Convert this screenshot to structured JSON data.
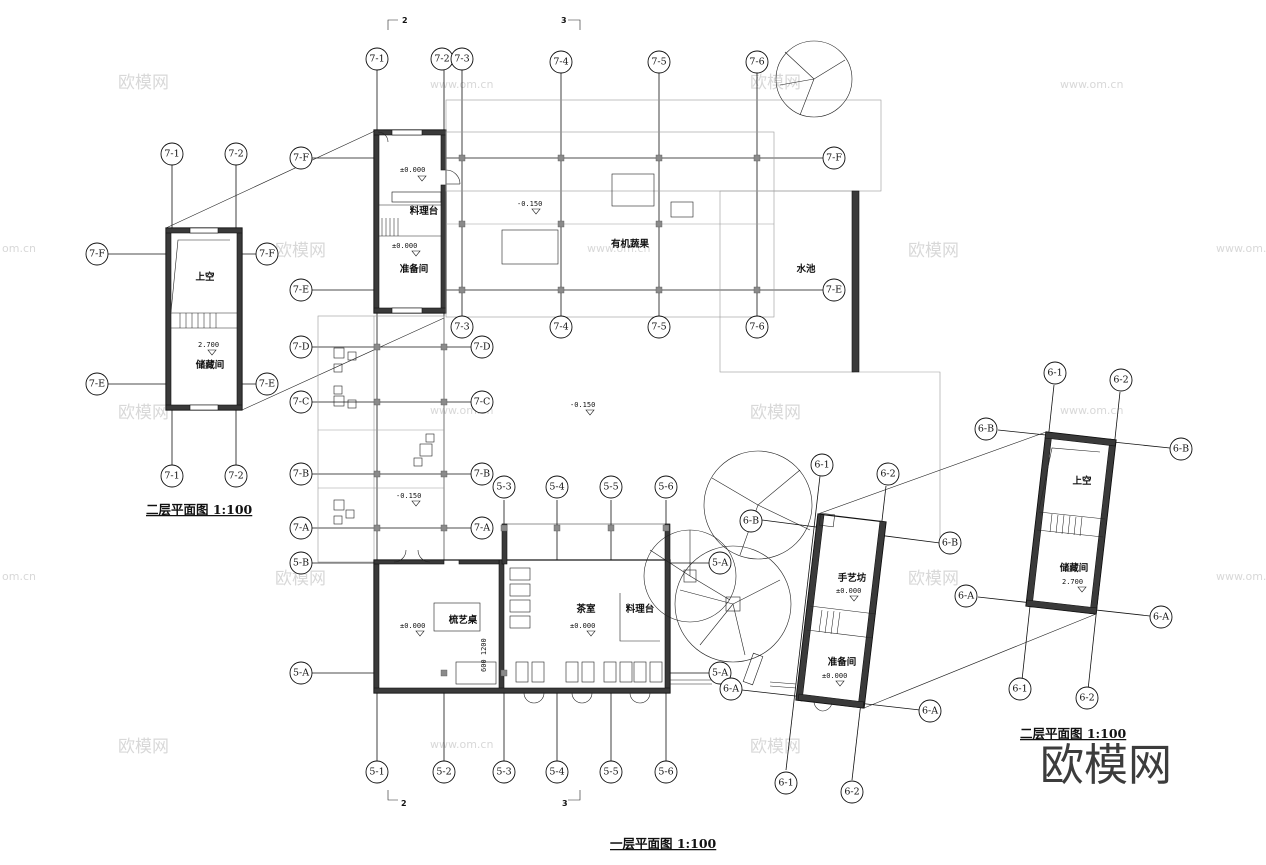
{
  "titles": {
    "ground_floor": "一层平面图 1:100",
    "second_floor_left": "二层平面图 1:100",
    "second_floor_right": "二层平面图 1:100"
  },
  "section_marks": [
    "2",
    "3"
  ],
  "rooms": {
    "prep_room_top": "准备间",
    "prep_counter_top": "料理台",
    "organic_veg": "有机蔬果",
    "water_pool": "水池",
    "open_to_below_left": "上空",
    "storage_left": "储藏间",
    "arts_table": "梳艺桌",
    "tea_room": "茶室",
    "counter_tea": "料理台",
    "workshop": "手艺坊",
    "prep_room_bottom": "准备间",
    "open_to_below_right": "上空",
    "storage_right": "储藏间"
  },
  "levels": {
    "prep_top_a": "±0.000",
    "prep_top_b": "±0.000",
    "organic": "-0.150",
    "courtyard": "-0.150",
    "left_stair": "-0.150",
    "storage_left": "2.700",
    "arts": "±0.000",
    "tea": "±0.000",
    "workshop": "±0.000",
    "prep_bottom": "±0.000",
    "storage_right": "2.700"
  },
  "dimension_label": "600  1200",
  "grid_labels": {
    "g7_top": [
      "7-1",
      "7-2",
      "7-3",
      "7-4",
      "7-5",
      "7-6"
    ],
    "g7_mid": [
      "7-3",
      "7-4",
      "7-5",
      "7-6"
    ],
    "g7_rows_right": [
      "7-F",
      "7-E"
    ],
    "g7_rows_left": [
      "7-F",
      "7-E",
      "7-D",
      "7-C",
      "7-B",
      "7-A"
    ],
    "g7_rows_mid": [
      "7-D",
      "7-C",
      "7-B",
      "7-A"
    ],
    "g7_left_plan_cols": [
      "7-1",
      "7-2"
    ],
    "g7_left_plan_rows": [
      "7-F",
      "7-E"
    ],
    "g5_cols": [
      "5-1",
      "5-2",
      "5-3",
      "5-4",
      "5-5",
      "5-6"
    ],
    "g5_rows": [
      "5-B",
      "5-A"
    ],
    "g6_cols": [
      "6-1",
      "6-2"
    ],
    "g6_rows": [
      "6-B",
      "6-A"
    ]
  },
  "watermarks": {
    "brand": "欧模网",
    "url": "www.om.cn",
    "url_partial": "om.cn"
  },
  "logo_text": "欧模网"
}
